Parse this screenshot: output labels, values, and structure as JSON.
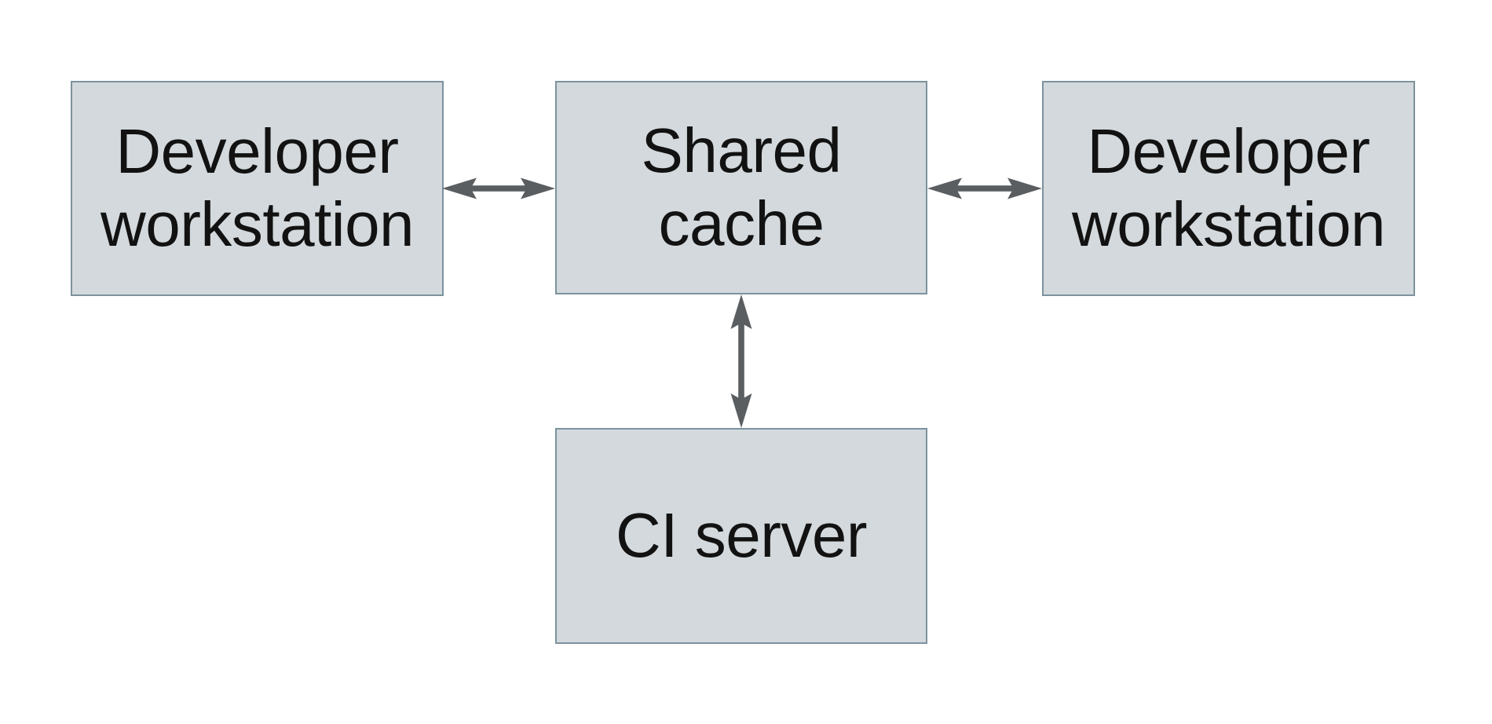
{
  "diagram": {
    "background_color": "#ffffff",
    "colors": {
      "node_fill": "#d3d9dc",
      "node_border": "#7d929e",
      "arrow": "#5b5e61",
      "text": "#121212"
    },
    "nodes": {
      "workstation_left": {
        "label": "Developer\nworkstation"
      },
      "shared_cache": {
        "label": "Shared\ncache"
      },
      "workstation_right": {
        "label": "Developer\nworkstation"
      },
      "ci_server": {
        "label": "CI server"
      }
    },
    "edges": [
      {
        "from": "workstation_left",
        "to": "shared_cache",
        "direction": "bidirectional"
      },
      {
        "from": "shared_cache",
        "to": "workstation_right",
        "direction": "bidirectional"
      },
      {
        "from": "shared_cache",
        "to": "ci_server",
        "direction": "bidirectional"
      }
    ]
  }
}
